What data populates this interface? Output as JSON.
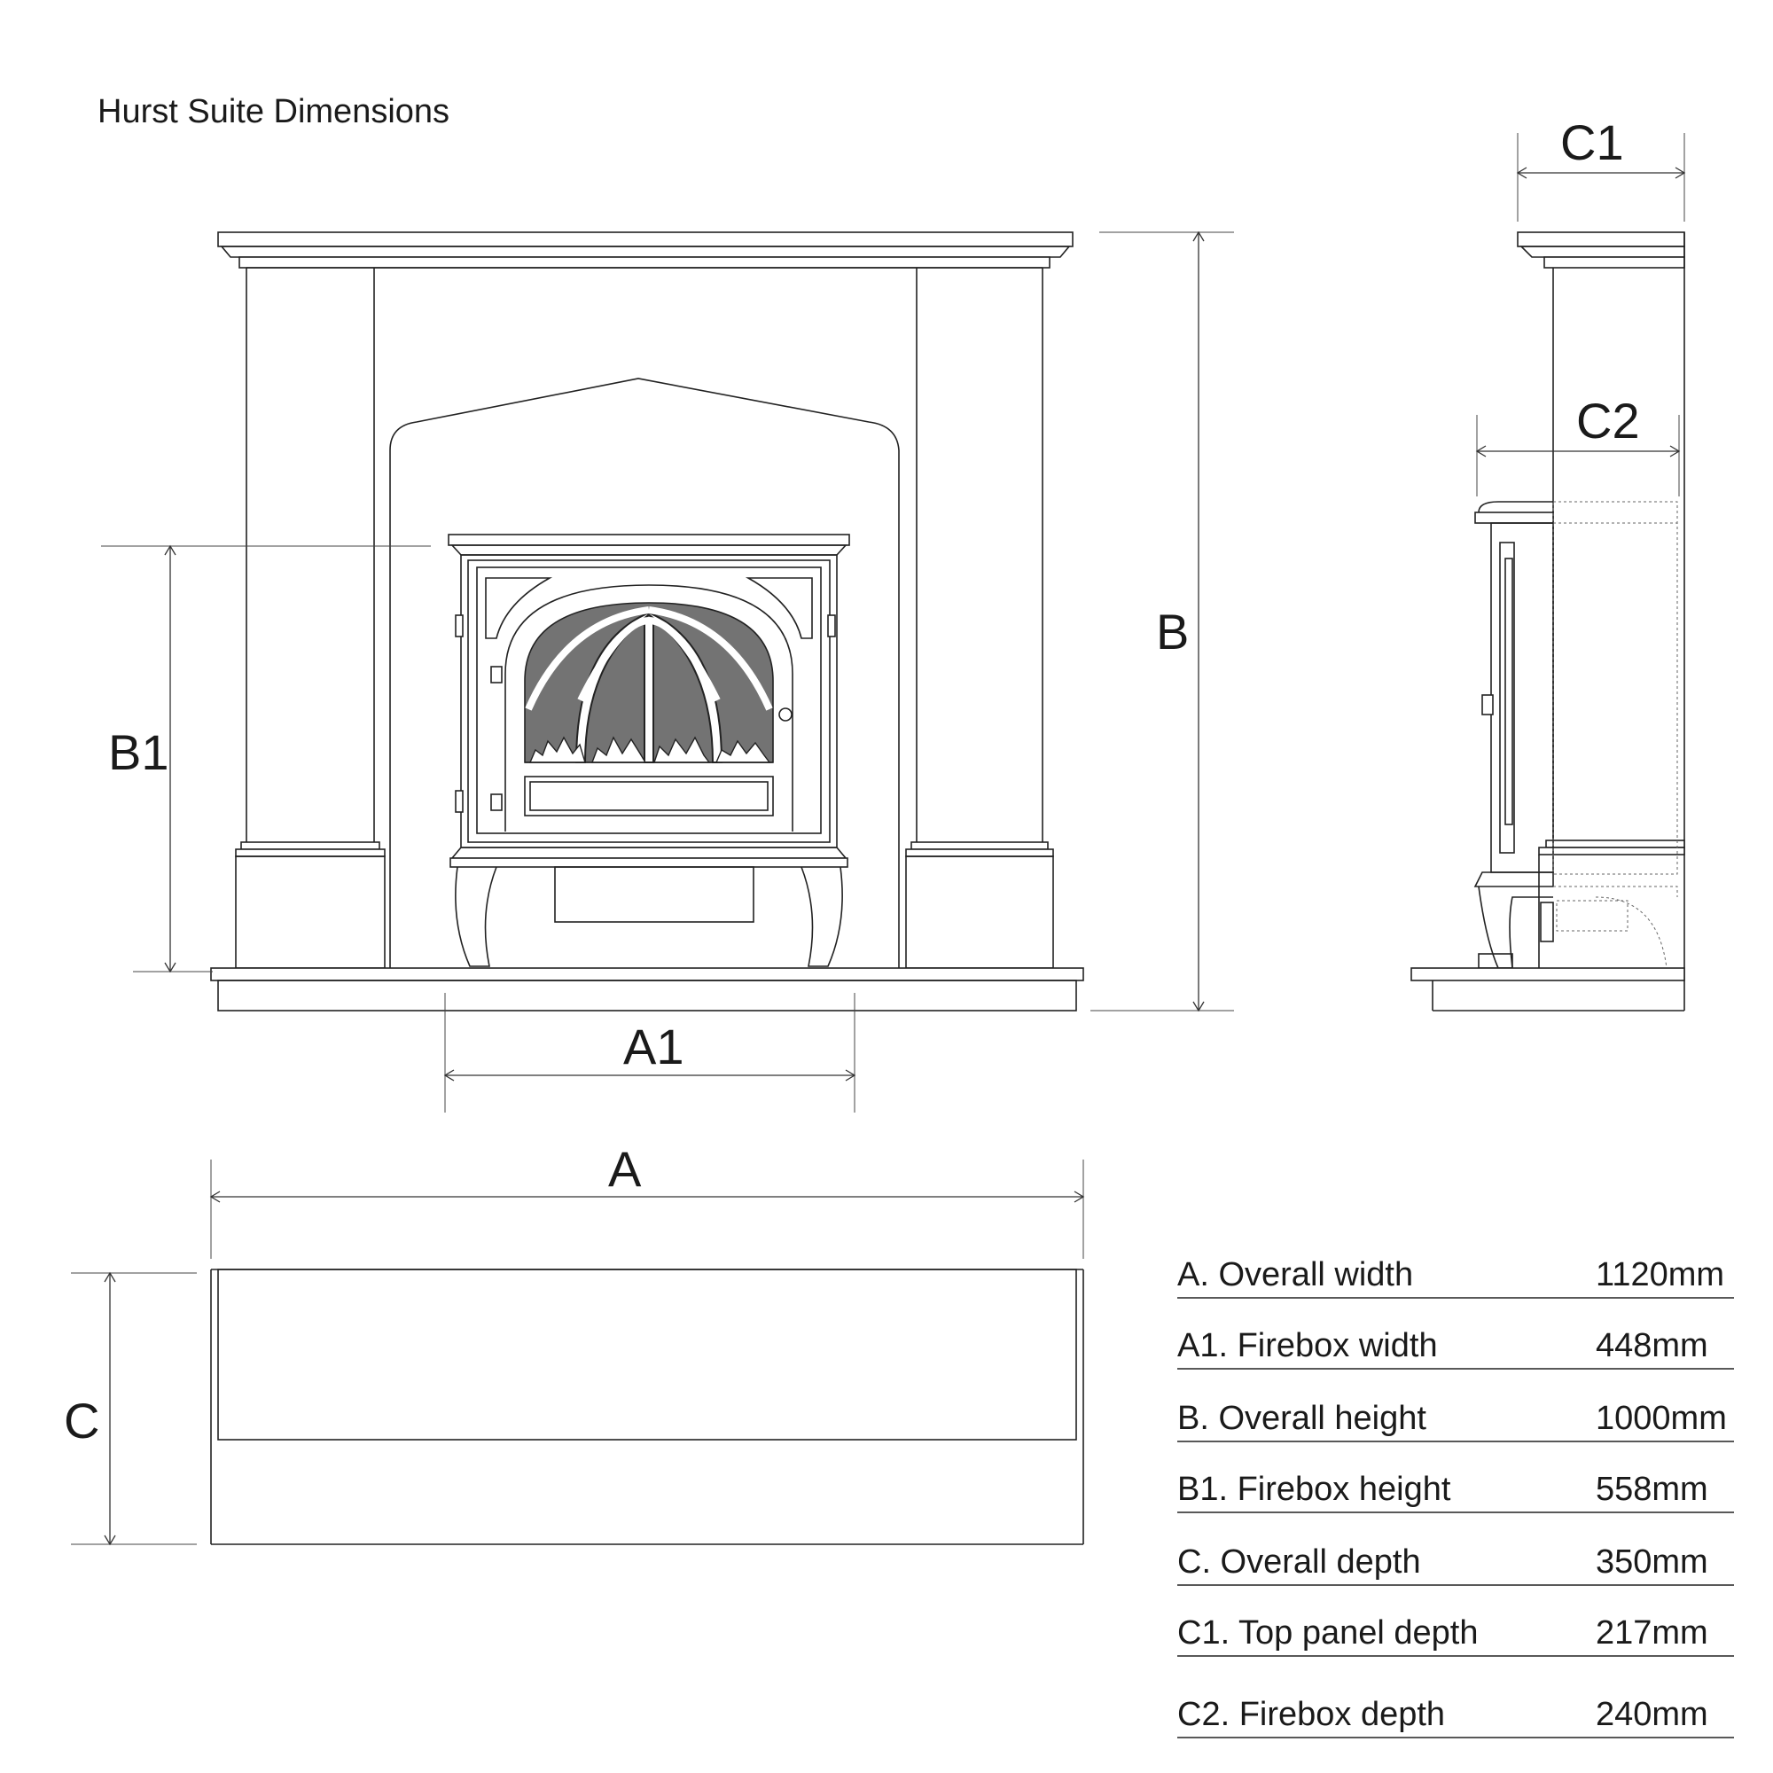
{
  "title": "Hurst Suite Dimensions",
  "labels": {
    "A": "A",
    "A1": "A1",
    "B": "B",
    "B1": "B1",
    "C": "C",
    "C1": "C1",
    "C2": "C2"
  },
  "specs": [
    {
      "label": "A. Overall width",
      "value": "1120mm"
    },
    {
      "label": "A1. Firebox width",
      "value": "448mm"
    },
    {
      "label": "B. Overall height",
      "value": "1000mm"
    },
    {
      "label": "B1. Firebox height",
      "value": "558mm"
    },
    {
      "label": "C. Overall depth",
      "value": "350mm"
    },
    {
      "label": "C1. Top panel depth",
      "value": "217mm"
    },
    {
      "label": "C2. Firebox depth",
      "value": "240mm"
    }
  ],
  "colors": {
    "line": "#222222",
    "glass": "#737373",
    "background": "#ffffff"
  }
}
